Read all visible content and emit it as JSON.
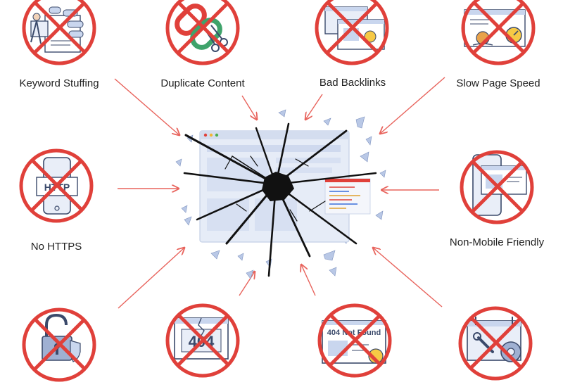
{
  "labels": {
    "keyword_stuffing": "Keyword Stuffing",
    "duplicate_content": "Duplicate Content",
    "bad_backlinks": "Bad Backlinks",
    "slow_page_speed": "Slow Page Speed",
    "no_https": "No HTTPS",
    "non_mobile_friendly": "Non-Mobile Friendly"
  },
  "icon_texts": {
    "https_sign": "HTTP",
    "error_404": "404",
    "not_found_banner": "404 Not Found"
  },
  "colors": {
    "prohibition_red": "#e0403a",
    "arrow_red": "#e8635c",
    "icon_blue": "#c9d6ee",
    "icon_stroke": "#3b4a6b",
    "crack_black": "#111111"
  }
}
